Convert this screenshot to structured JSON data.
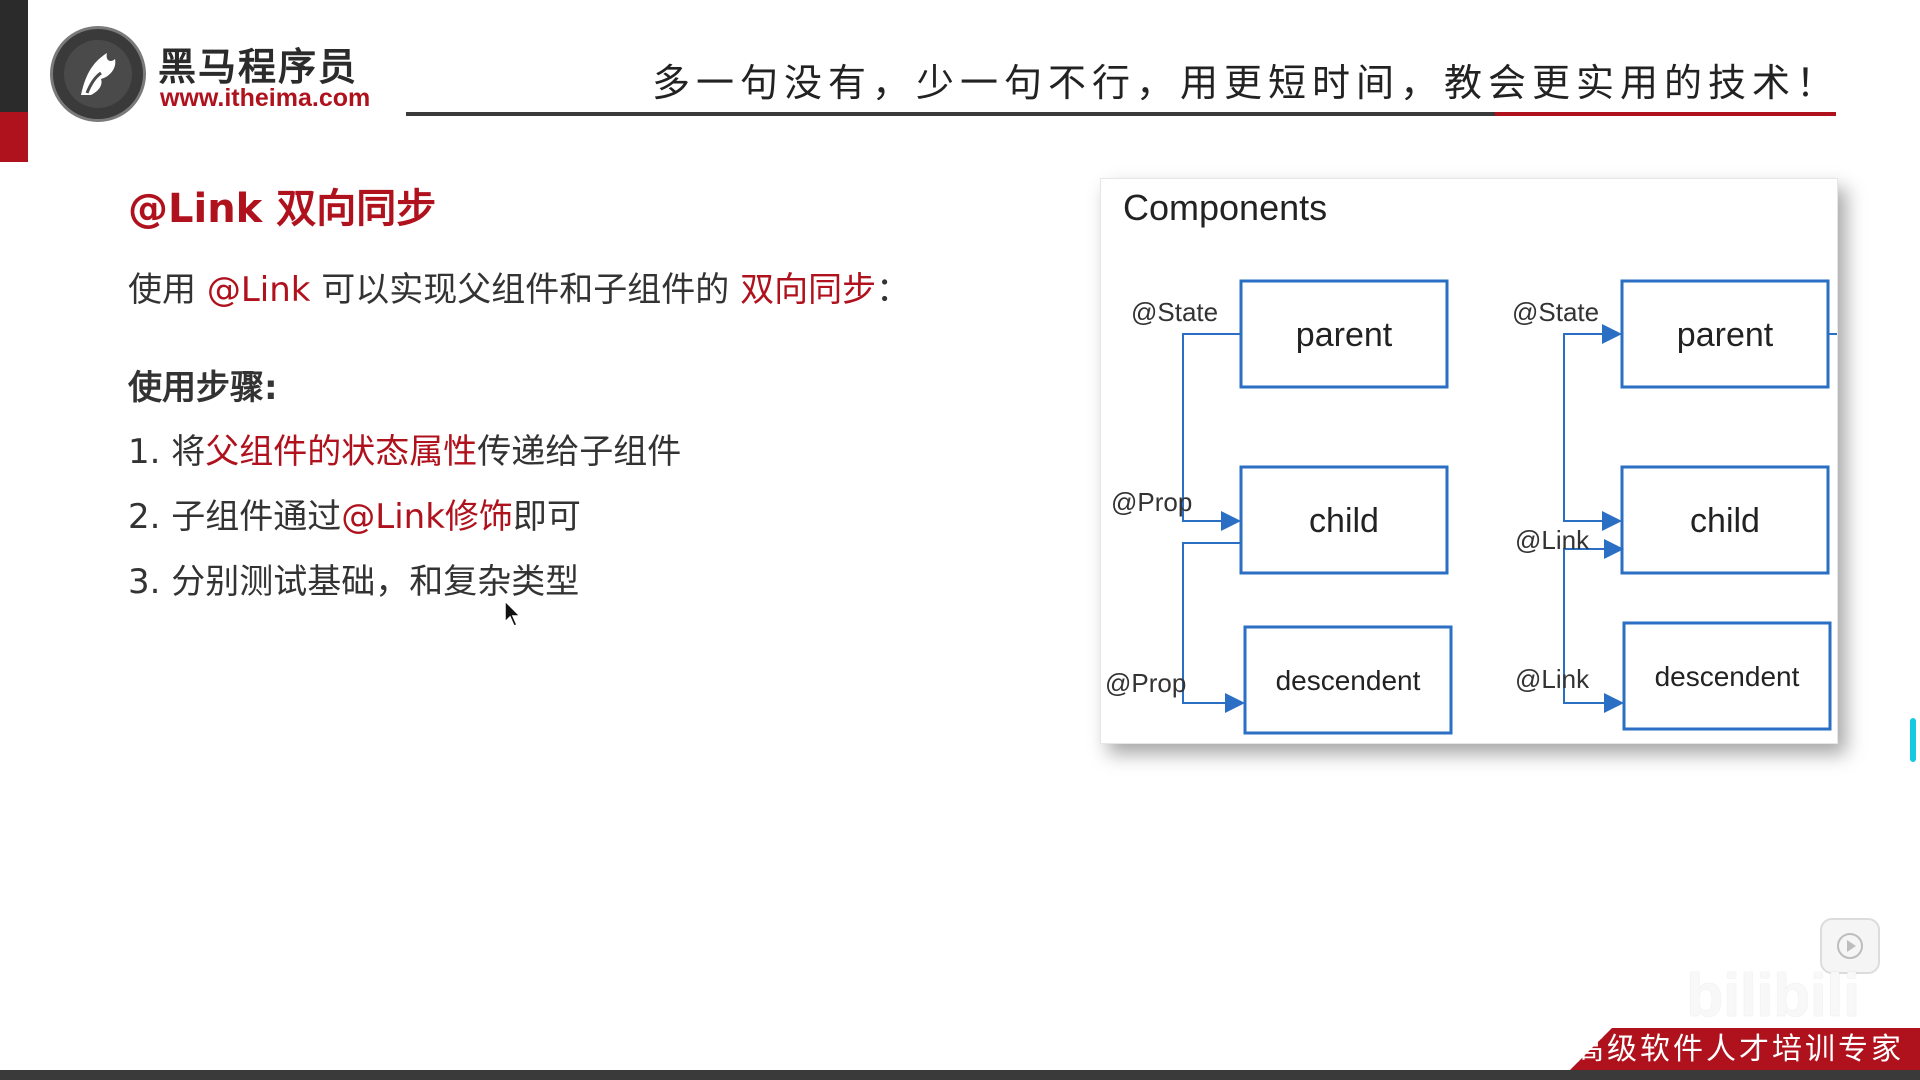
{
  "header": {
    "brand_name": "黑马程序员",
    "brand_url": "www.itheima.com",
    "slogan": "多一句没有，少一句不行，用更短时间，教会更实用的技术！"
  },
  "slide": {
    "title": "@Link 双向同步",
    "intro": {
      "prefix": "使用 ",
      "highlight1": "@Link",
      "middle": " 可以实现父组件和子组件的 ",
      "highlight2": "双向同步",
      "suffix": "："
    },
    "steps_title": "使用步骤:",
    "steps": [
      {
        "num": "1. ",
        "pre": "将",
        "highlight": "父组件的状态属性",
        "post": "传递给子组件"
      },
      {
        "num": "2. ",
        "pre": "子组件通过",
        "highlight": "@Link修饰",
        "post": "即可"
      },
      {
        "num": "3. ",
        "pre": "分别测试基础，和复杂类型",
        "highlight": "",
        "post": ""
      }
    ]
  },
  "diagram": {
    "title": "Components",
    "left": {
      "nodes": [
        "parent",
        "child",
        "descendent"
      ],
      "labels": [
        "@State",
        "@Prop",
        "@Prop"
      ]
    },
    "right": {
      "nodes": [
        "parent",
        "child",
        "descendent"
      ],
      "labels": [
        "@State",
        "@Link",
        "@Link"
      ]
    },
    "colors": {
      "box": "#2a6fc4",
      "arrow": "#2a6fc4"
    }
  },
  "footer": {
    "tagline": "高级软件人才培训专家",
    "watermark": "bilibili"
  },
  "colors": {
    "accent": "#b0121d",
    "text": "#333333",
    "dark": "#3a3a3a"
  }
}
